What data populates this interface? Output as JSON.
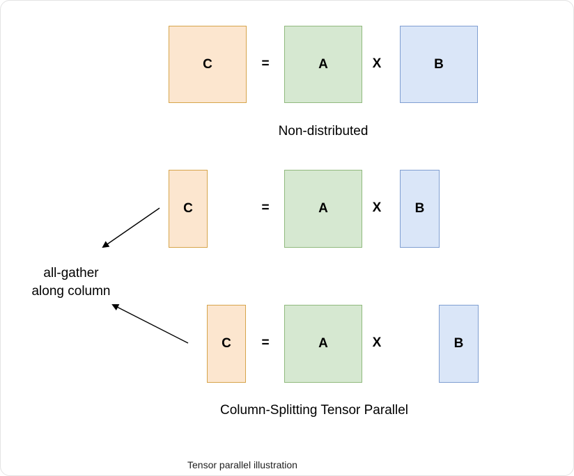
{
  "diagram": {
    "top": {
      "c": "C",
      "eq": "=",
      "a": "A",
      "x": "X",
      "b": "B",
      "label": "Non-distributed"
    },
    "split1": {
      "c": "C",
      "eq": "=",
      "a": "A",
      "x": "X",
      "b": "B"
    },
    "split2": {
      "c": "C",
      "eq": "=",
      "a": "A",
      "x": "X",
      "b": "B"
    },
    "gather_label_line1": "all-gather",
    "gather_label_line2": "along column",
    "split_label": "Column-Splitting Tensor Parallel"
  },
  "caption": "Tensor parallel illustration",
  "colors": {
    "c_fill": "#fce6cf",
    "c_border": "#d6a44a",
    "a_fill": "#d6e8d1",
    "a_border": "#90b97d",
    "b_fill": "#dae6f8",
    "b_border": "#7f9ed1"
  }
}
